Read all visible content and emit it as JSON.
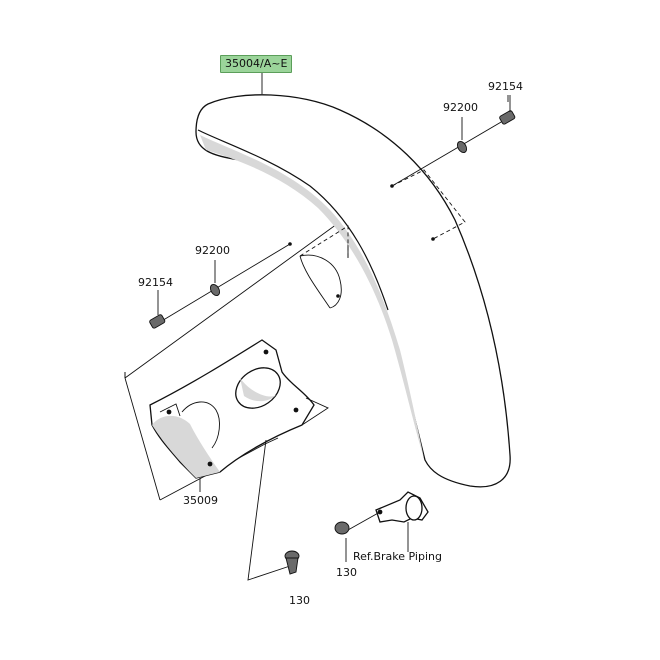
{
  "labels": {
    "fender": "35004/A~E",
    "bolt_top_right": "92154",
    "washer_top_right": "92200",
    "washer_left": "92200",
    "bolt_left": "92154",
    "bracket": "35009",
    "bolt_bottom_right": "130",
    "ref_brake_piping": "Ref.Brake Piping",
    "bolt_bottom_left": "130"
  },
  "colors": {
    "highlight": "#9bd49a",
    "line": "#111111"
  }
}
